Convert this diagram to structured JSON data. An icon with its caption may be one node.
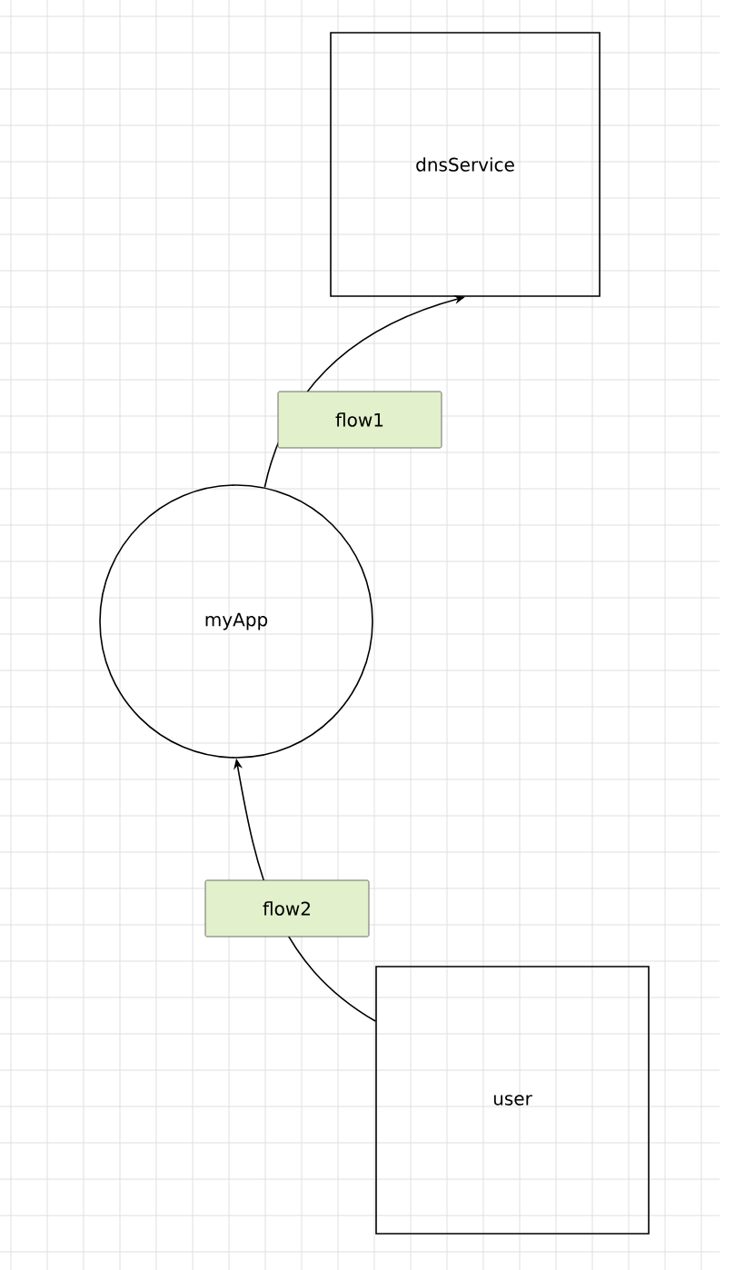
{
  "diagram": {
    "nodes": [
      {
        "text": [
          "dnsService"
        ]
      },
      {
        "text": [
          "myApp"
        ]
      },
      {
        "text": [
          "user"
        ]
      }
    ],
    "edges": [
      {
        "from": 1,
        "to": 0,
        "arrow": "to",
        "label": "flow1"
      },
      {
        "from": 2,
        "to": 1,
        "arrow": "to",
        "label": "flow2"
      }
    ]
  }
}
